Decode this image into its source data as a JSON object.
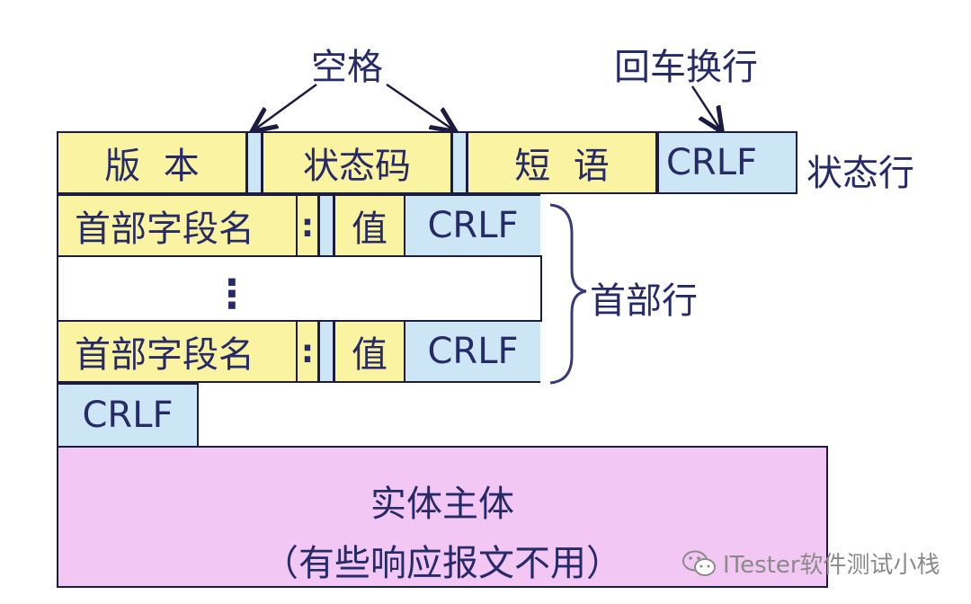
{
  "top_labels": {
    "space": "空格",
    "crlf_label": "回车换行"
  },
  "status_line": {
    "version": "版  本",
    "status_code": "状态码",
    "phrase": "短  语",
    "crlf": "CRLF",
    "label": "状态行"
  },
  "header_lines": {
    "row1": {
      "field": "首部字段名",
      "colon": ":",
      "value": "值",
      "crlf": "CRLF"
    },
    "ellipsis": "⋮",
    "row2": {
      "field": "首部字段名",
      "colon": ":",
      "value": "值",
      "crlf": "CRLF"
    },
    "label": "首部行"
  },
  "blank_line": {
    "crlf": "CRLF"
  },
  "entity": {
    "title": "实体主体",
    "note": "（有些响应报文不用）"
  },
  "watermark": {
    "icon": "wechat-icon",
    "text": "ITester软件测试小栈"
  },
  "colors": {
    "yellow": "#faf3a2",
    "blue": "#cde6f5",
    "pink": "#f3c7f3",
    "text": "#262a66"
  }
}
